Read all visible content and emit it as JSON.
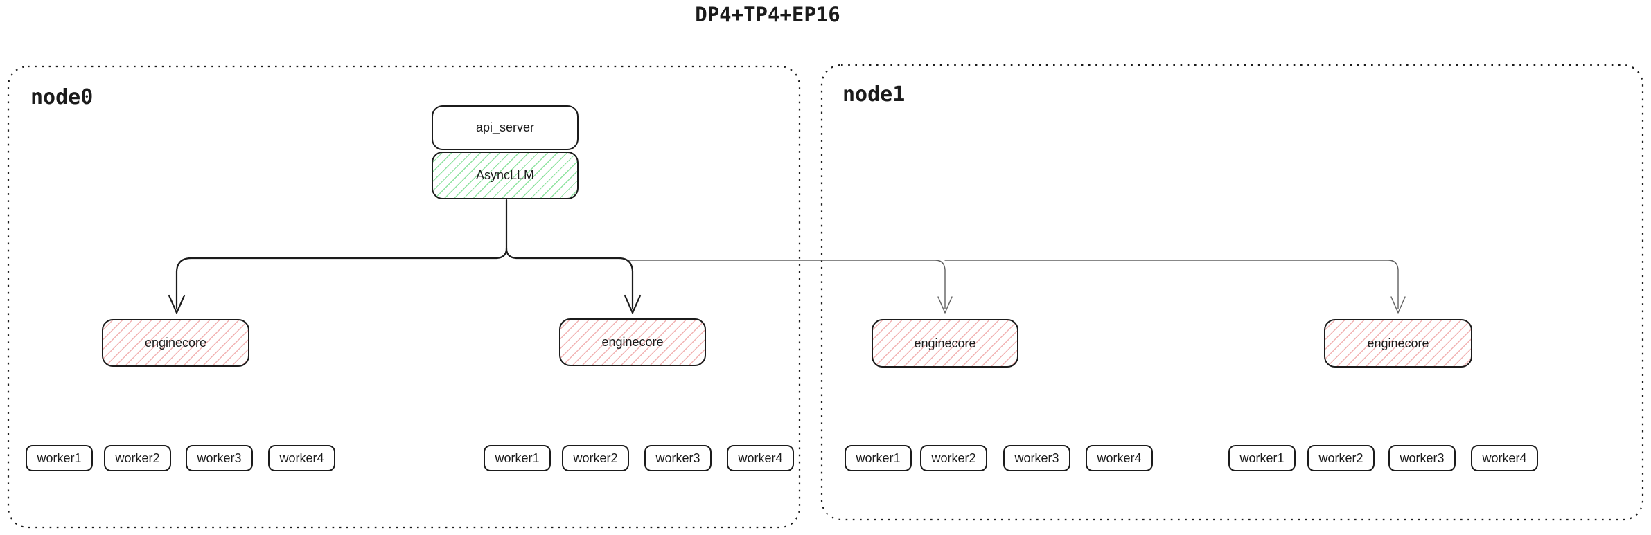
{
  "title": "DP4+TP4+EP16",
  "nodes": [
    {
      "label": "node0"
    },
    {
      "label": "node1"
    }
  ],
  "boxes": {
    "api_server": "api_server",
    "async_llm": "AsyncLLM",
    "enginecore": "enginecore"
  },
  "worker_labels": [
    "worker1",
    "worker2",
    "worker3",
    "worker4"
  ],
  "structure": {
    "node0_contents": [
      "api_server",
      "AsyncLLM",
      "enginecore",
      "enginecore",
      "worker1-4",
      "worker1-4"
    ],
    "node1_contents": [
      "enginecore",
      "enginecore",
      "worker1-4",
      "worker1-4"
    ],
    "connections": [
      "AsyncLLM -> node0.enginecore1 (thick arrow)",
      "AsyncLLM -> node0.enginecore2 (thick arrow)",
      "AsyncLLM -> node1.enginecore3 (thin arrow)",
      "AsyncLLM -> node1.enginecore4 (thin arrow)"
    ]
  },
  "colors": {
    "stroke": "#1b1b1b",
    "green_hatch": "#8fe3a0",
    "red_hatch": "#f2b3b3",
    "thin_line": "#606060",
    "background": "#ffffff"
  }
}
